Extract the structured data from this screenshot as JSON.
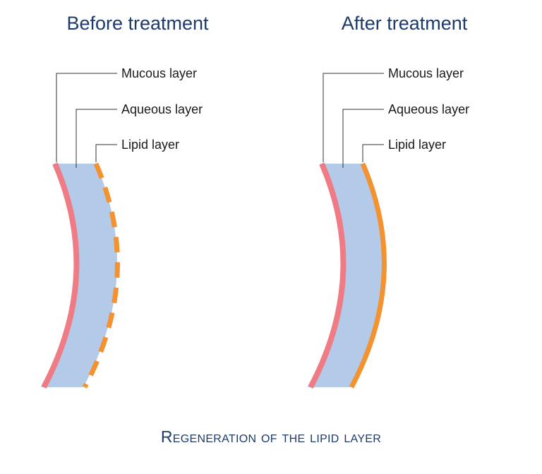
{
  "panels": [
    {
      "title": "Before treatment",
      "lipid_layer_state": "dashed",
      "labels": {
        "mucous": "Mucous layer",
        "aqueous": "Aqueous layer",
        "lipid": "Lipid layer"
      }
    },
    {
      "title": "After treatment",
      "lipid_layer_state": "continuous",
      "labels": {
        "mucous": "Mucous layer",
        "aqueous": "Aqueous layer",
        "lipid": "Lipid layer"
      }
    }
  ],
  "caption": "Regeneration of the lipid layer",
  "colors": {
    "mucous": "#ef7b85",
    "aqueous": "#b3cae9",
    "lipid": "#f3922f",
    "title": "#1d3a6b",
    "leader_line": "#333333"
  }
}
